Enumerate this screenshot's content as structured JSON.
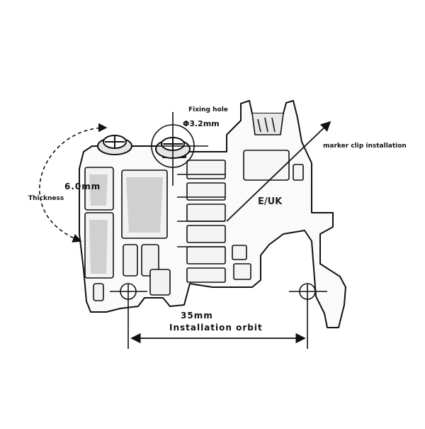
{
  "labels": {
    "fixing_hole": "Fixing hole",
    "fixing_diameter": "Φ3.2mm",
    "marker_clip": "marker clip installation",
    "thickness_value": "6.0mm",
    "thickness_label": "Thickness",
    "rail_width": "35mm",
    "rail_label": "Installation orbit",
    "brand_mark": "E/UK"
  },
  "colors": {
    "line": "#111111",
    "shade": "#cfcfcf",
    "background": "#ffffff"
  }
}
